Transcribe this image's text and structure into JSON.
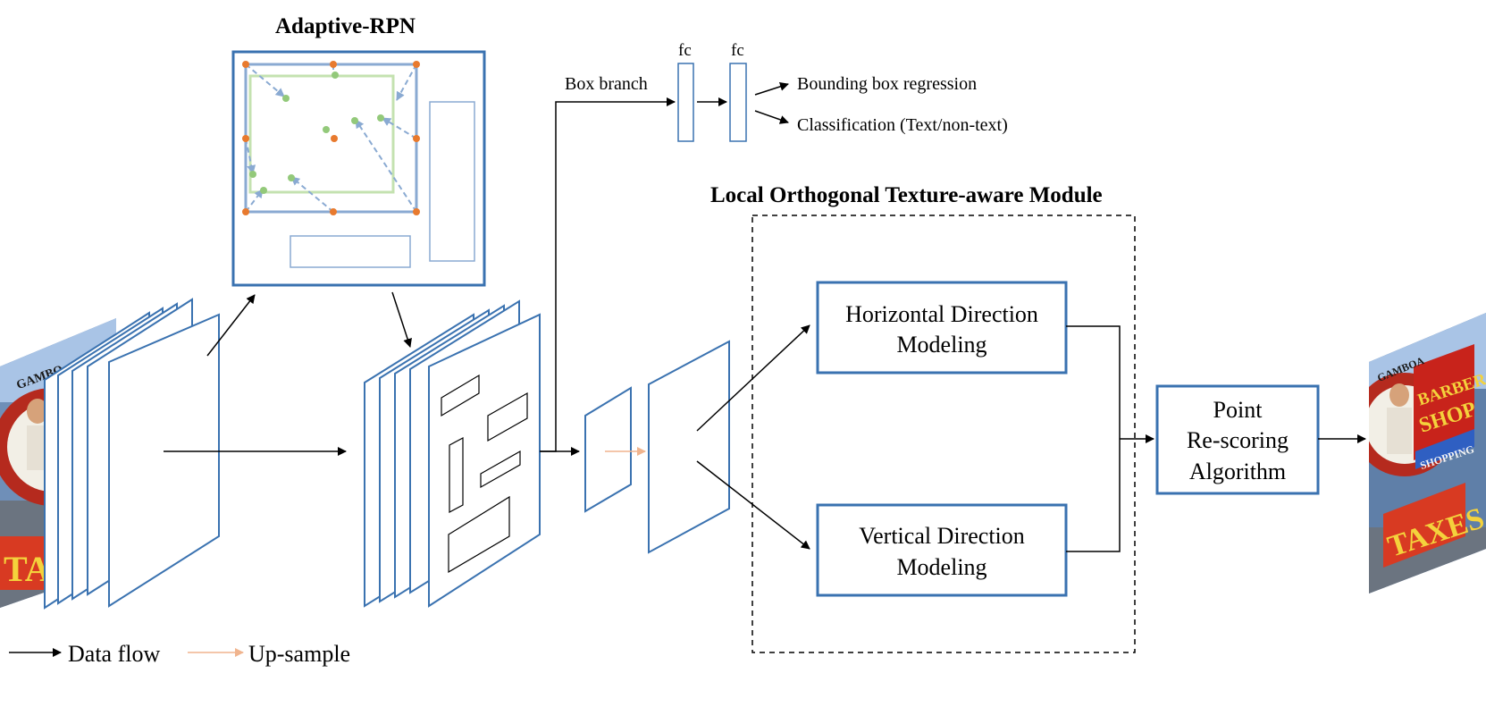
{
  "titles": {
    "adaptive_rpn": "Adaptive-RPN",
    "lotm": "Local Orthogonal Texture-aware Module"
  },
  "box_branch": {
    "label": "Box branch",
    "fc1": "fc",
    "fc2": "fc",
    "output_regression": "Bounding box regression",
    "output_classification": "Classification (Text/non-text)"
  },
  "modules": {
    "horizontal_line1": "Horizontal Direction",
    "horizontal_line2": "Modeling",
    "vertical_line1": "Vertical Direction",
    "vertical_line2": "Modeling",
    "rescoring_line1": "Point",
    "rescoring_line2": "Re-scoring",
    "rescoring_line3": "Algorithm"
  },
  "legend": {
    "data_flow": "Data flow",
    "up_sample": "Up-sample"
  },
  "images": {
    "input_sign_text": "TAX",
    "input_sign_top": "GAMBO",
    "output_sign_barber": "BARBER",
    "output_sign_shop": "SHOP",
    "output_sign_sub": "SHOPPING",
    "output_sign_taxes": "TAXES",
    "output_sign_top": "GAMBOA"
  },
  "colors": {
    "blue": "#3a72b0",
    "light_blue": "#8aaad2",
    "orange": "#e87a2e",
    "green": "#93c97a",
    "light_green": "#c4e2b0",
    "upsample": "#f0b48e",
    "black": "#000000"
  }
}
